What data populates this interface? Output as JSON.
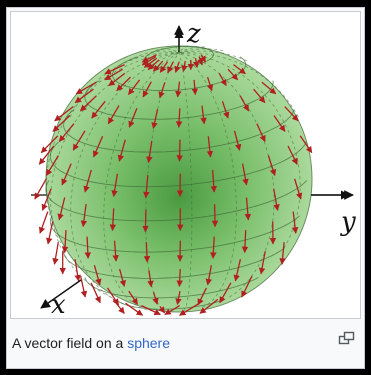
{
  "figure": {
    "axis_labels": {
      "z": "z",
      "y": "y",
      "x": "x"
    },
    "sphere_color": "#5fae57",
    "arrow_color": "#b02020",
    "icons": {
      "enlarge": "magnify-clip-icon"
    }
  },
  "caption": {
    "prefix": "A vector field on a ",
    "link_text": "sphere"
  }
}
